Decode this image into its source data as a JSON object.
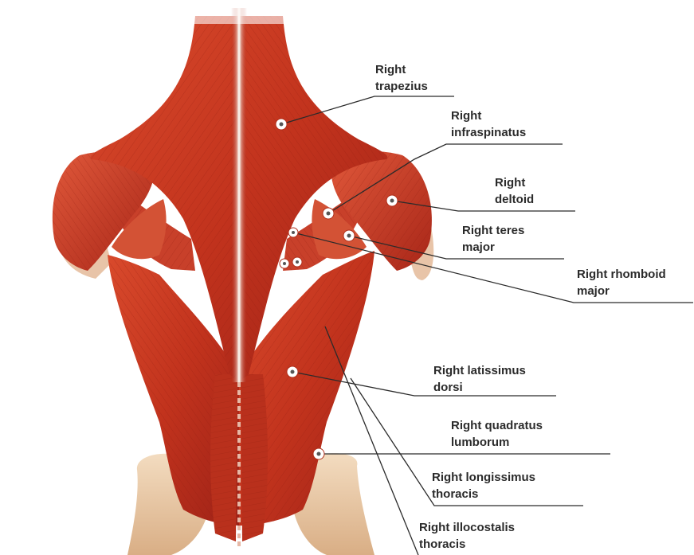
{
  "colors": {
    "muscle_dark": "#a8261a",
    "muscle_mid": "#c9381f",
    "muscle_light": "#de5a3a",
    "bone": "#e9c9a6",
    "skin": "#f3d9c4",
    "leader_line": "#2b2b2b",
    "marker": "#ffffff",
    "label_text": "#2b2b2b"
  },
  "labels": [
    {
      "id": "trapezius",
      "line1": "Right",
      "line2": "trapezius"
    },
    {
      "id": "infraspinatus",
      "line1": "Right",
      "line2": "infraspinatus"
    },
    {
      "id": "deltoid",
      "line1": "Right",
      "line2": "deltoid"
    },
    {
      "id": "teres-major",
      "line1": "Right teres",
      "line2": "major"
    },
    {
      "id": "rhomboid-major",
      "line1": "Right rhomboid",
      "line2": "major"
    },
    {
      "id": "latissimus-dorsi",
      "line1": "Right latissimus",
      "line2": "dorsi"
    },
    {
      "id": "quadratus-lumborum",
      "line1": "Right quadratus",
      "line2": "lumborum"
    },
    {
      "id": "longissimus-thoracis",
      "line1": "Right longissimus",
      "line2": "thoracis"
    },
    {
      "id": "illocostalis-thoracis",
      "line1": "Right illocostalis",
      "line2": "thoracis"
    }
  ]
}
